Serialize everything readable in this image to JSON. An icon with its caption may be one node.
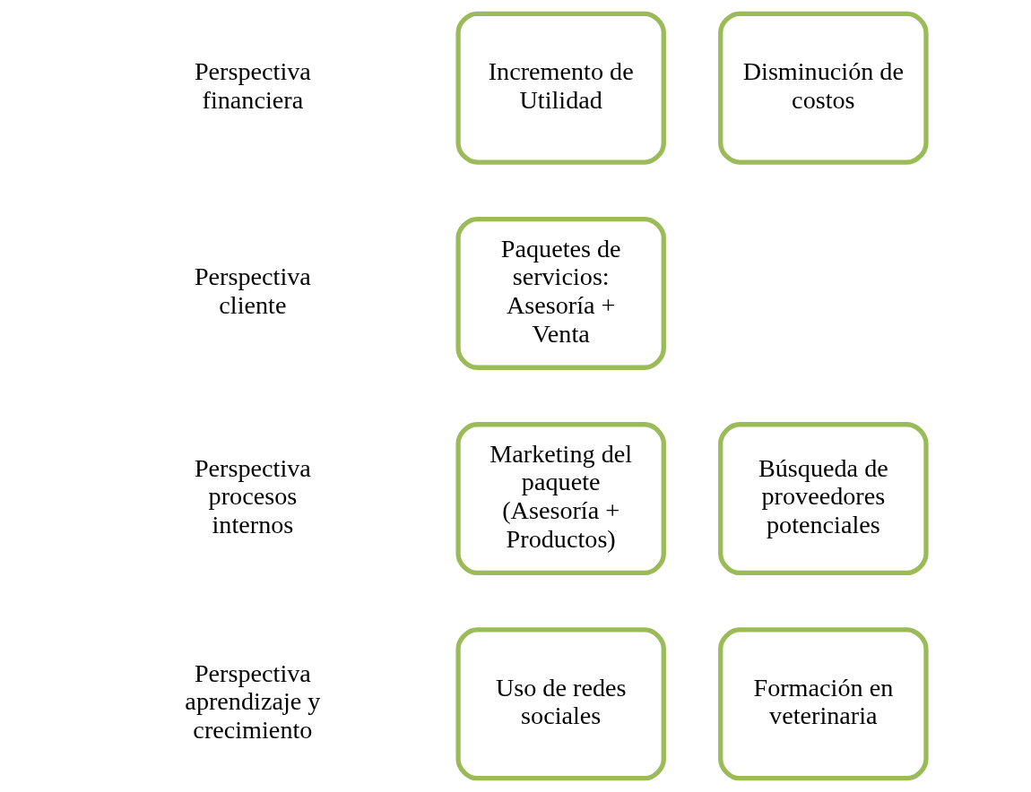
{
  "diagram": {
    "nodes": [
      {
        "text": [
          "Incremento de Utilidad"
        ]
      },
      {
        "text": [
          "Disminución de costos"
        ]
      },
      {
        "text": [
          "Paquetes de servicios: Asesoría + Venta"
        ]
      },
      {
        "text": [
          "Marketing del paquete (Asesoría + Productos)"
        ]
      },
      {
        "text": [
          "Búsqueda de proveedores potenciales"
        ]
      },
      {
        "text": [
          "Uso de redes sociales"
        ]
      },
      {
        "text": [
          "Formación en veterinaria"
        ]
      }
    ],
    "edges": [],
    "labels": [
      "Perspectiva financiera",
      "Perspectiva cliente",
      "Perspectiva procesos internos",
      "Perspectiva aprendizaje y crecimiento"
    ]
  }
}
